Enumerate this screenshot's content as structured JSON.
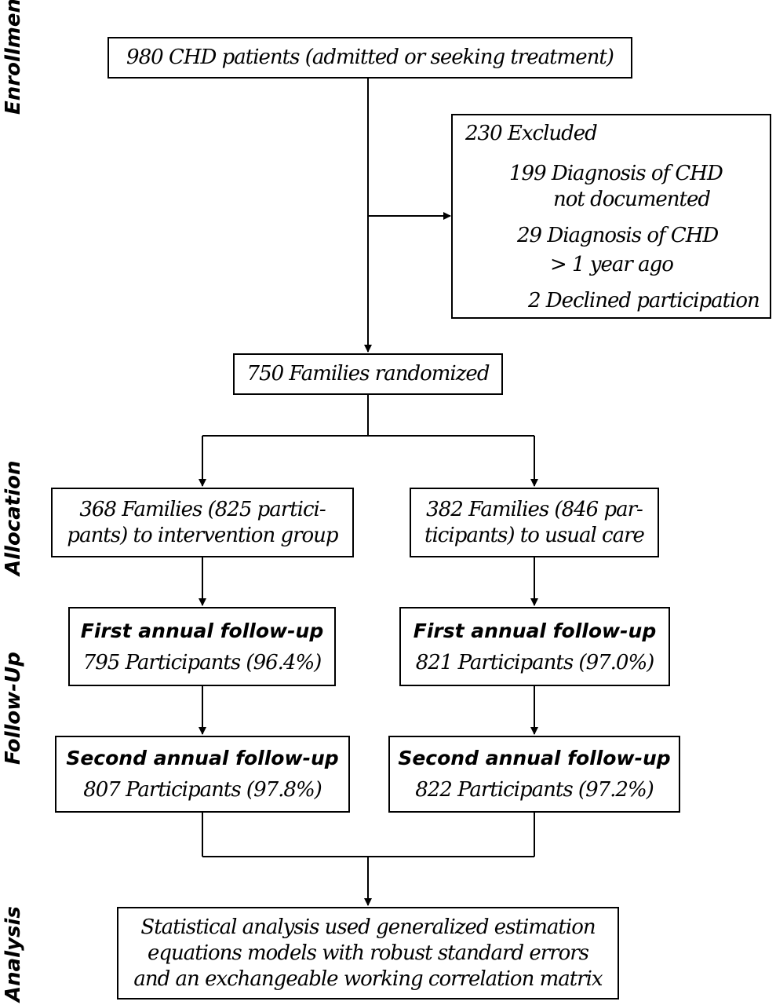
{
  "phases": {
    "enrollment": "Enrollment",
    "allocation": "Allocation",
    "follow_up": "Follow-Up",
    "analysis": "Analysis"
  },
  "enrollment_box": {
    "text": "980 CHD patients (admitted or seeking treatment)"
  },
  "excluded_box": {
    "title": "230 Excluded",
    "reason1_line1": "199 Diagnosis of CHD",
    "reason1_line2": "not documented",
    "reason2_line1": "29 Diagnosis of CHD",
    "reason2_line2": "> 1 year ago",
    "reason3": "2 Declined participation"
  },
  "randomized_box": {
    "text": "750 Families randomized"
  },
  "intervention_box": {
    "line1": "368 Families (825 partici-",
    "line2": "pants) to intervention group"
  },
  "usual_care_box": {
    "line1": "382 Families (846 par-",
    "line2": "ticipants) to usual care"
  },
  "first_followup_left": {
    "title": "First annual follow-up",
    "value": "795 Participants (96.4%)"
  },
  "first_followup_right": {
    "title": "First annual follow-up",
    "value": "821 Participants (97.0%)"
  },
  "second_followup_left": {
    "title": "Second annual follow-up",
    "value": "807 Participants (97.8%)"
  },
  "second_followup_right": {
    "title": "Second annual follow-up",
    "value": "822 Participants (97.2%)"
  },
  "analysis_box": {
    "line1": "Statistical analysis used generalized estimation",
    "line2": "equations models with robust standard errors",
    "line3": "and an exchangeable working correlation matrix"
  }
}
